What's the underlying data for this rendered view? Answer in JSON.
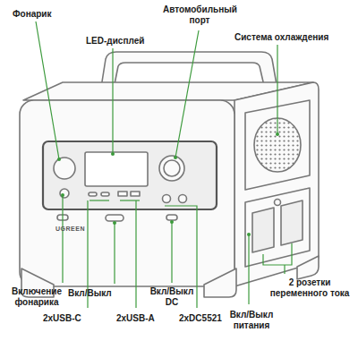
{
  "diagram": {
    "labels": [
      "Фонарик",
      "LED-дисплей",
      "Автомобильный порт",
      "Система охлаждения",
      "Включение фонарика",
      "2xUSB-C",
      "Вкл/Выкл",
      "2xUSB-A",
      "Вкл/Выкл DC",
      "2xDC5521",
      "Вкл/Выкл питания",
      "2 розетки переменного тока",
      "UGREEN"
    ]
  }
}
